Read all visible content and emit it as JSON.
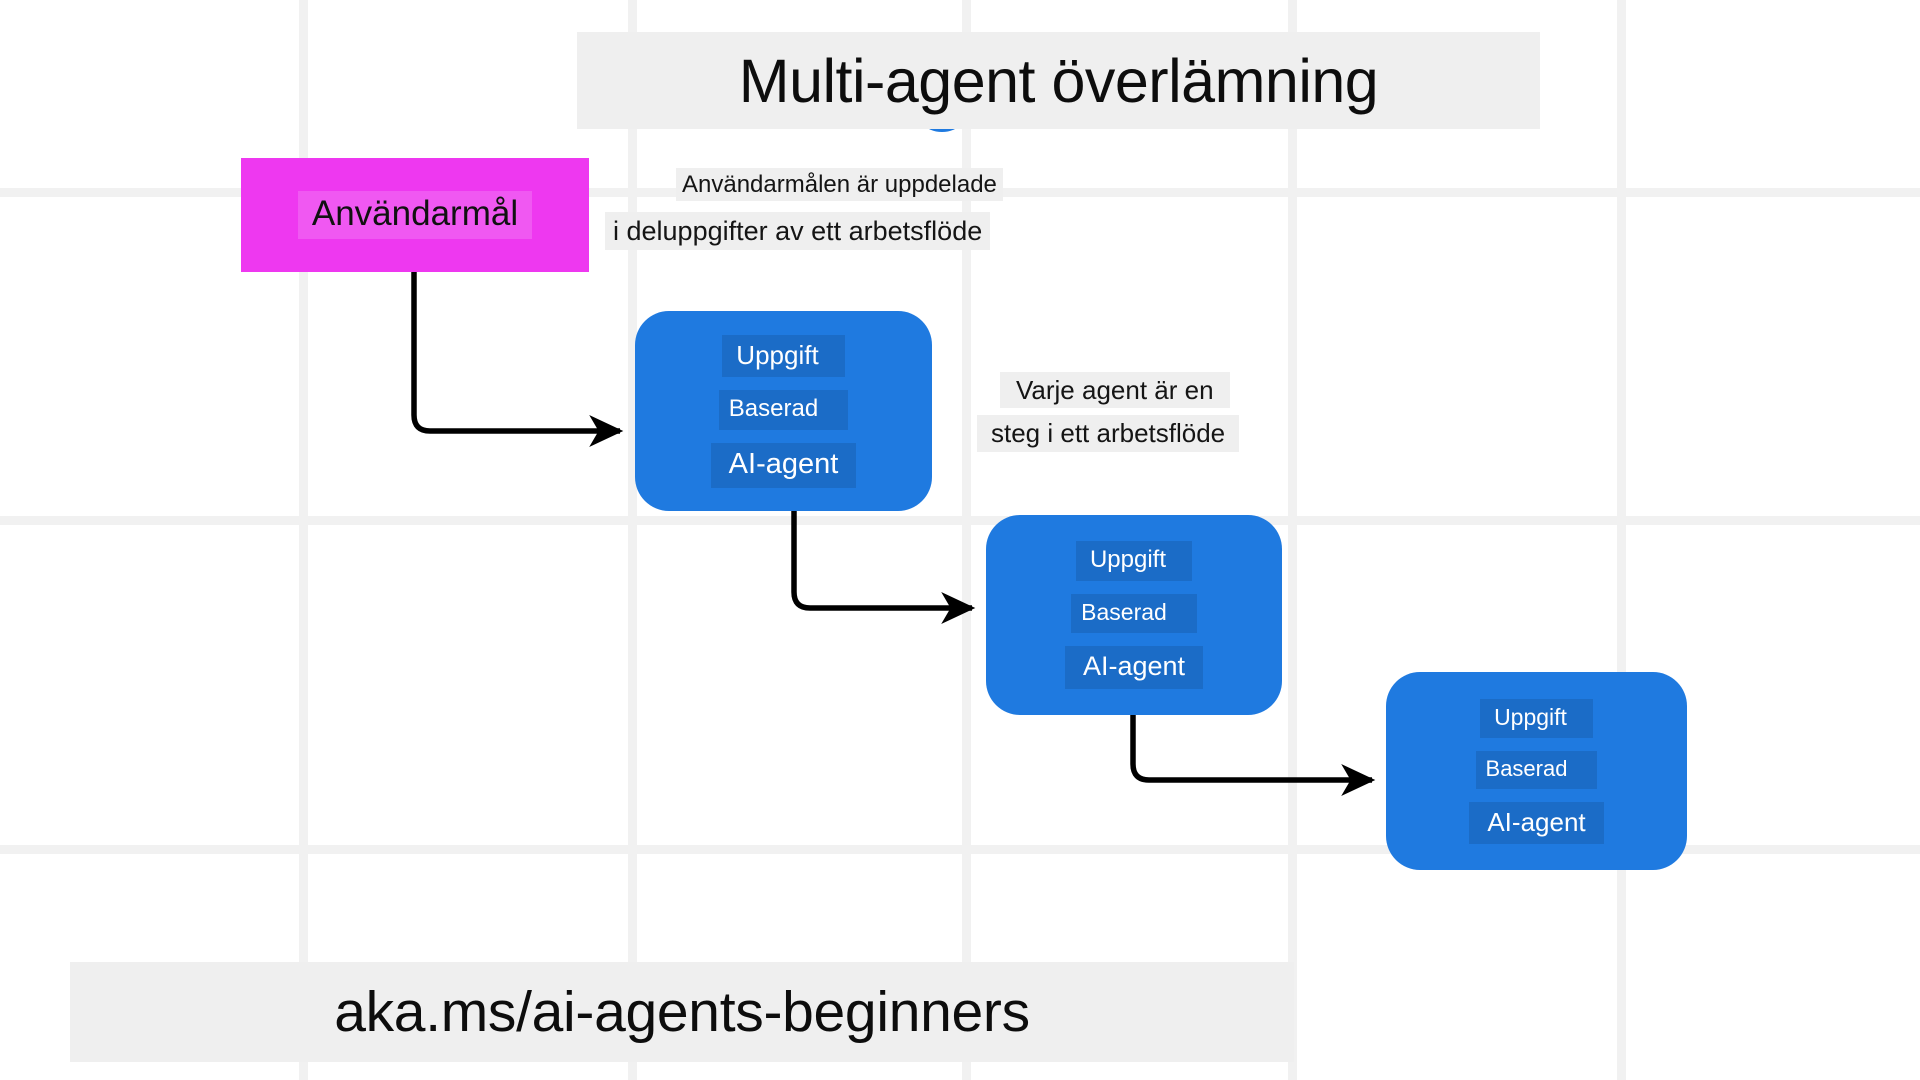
{
  "title": {
    "text": "Multi-agent överlämning"
  },
  "footer": {
    "text": "aka.ms/ai-agents-beginners"
  },
  "goal_node": {
    "label": "Användarmål"
  },
  "agents": [
    {
      "line1": "Uppgift",
      "line2": "Baserad",
      "line3": "AI-agent"
    },
    {
      "line1": "Uppgift",
      "line2": "Baserad",
      "line3": "AI-agent"
    },
    {
      "line1": "Uppgift",
      "line2": "Baserad",
      "line3": "AI-agent"
    }
  ],
  "notes": {
    "a": {
      "line1": "Användarmålen är uppdelade",
      "line2": "i deluppgifter av ett arbetsflöde"
    },
    "b": {
      "line1": "Varje agent är en",
      "line2": "steg i ett arbetsflöde"
    }
  },
  "colors": {
    "background": "#ffffff",
    "grid_line": "#f1f1f1",
    "banner_fill": "#efefef",
    "goal_fill": "#ee38f0",
    "agent_fill": "#1f7ae0",
    "connector": "#000000",
    "text_dark": "#111111",
    "text_light": "#ffffff"
  },
  "connectors": [
    {
      "from": "goal-node",
      "to": "agent-1"
    },
    {
      "from": "agent-1",
      "to": "agent-2"
    },
    {
      "from": "agent-2",
      "to": "agent-3"
    }
  ]
}
